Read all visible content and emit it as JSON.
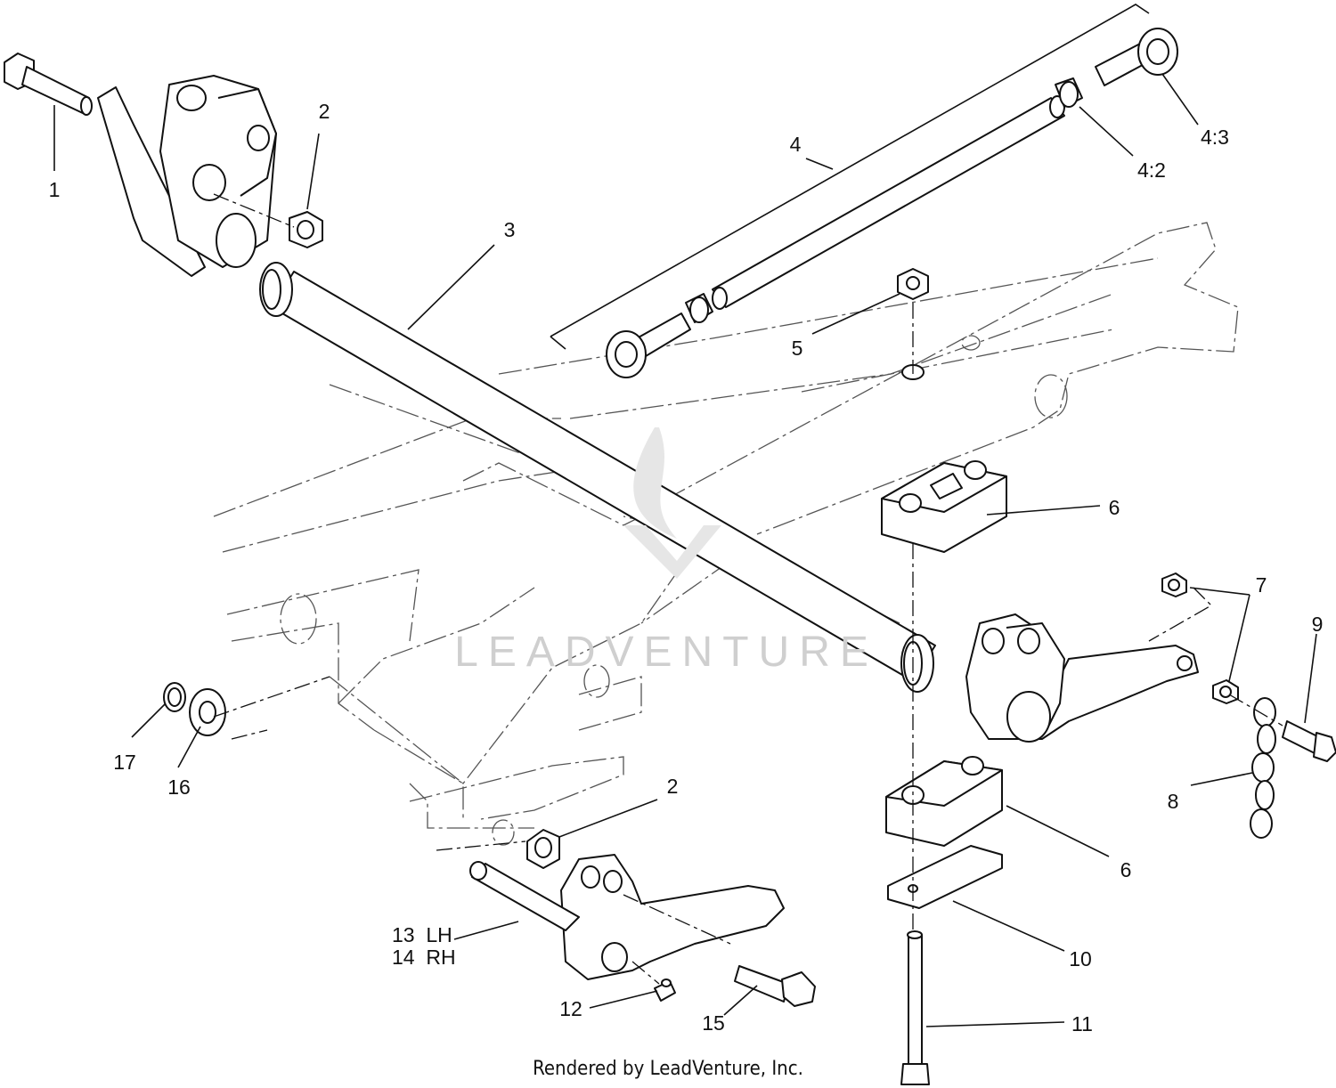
{
  "diagram": {
    "callouts": [
      {
        "id": "c1",
        "label": "1"
      },
      {
        "id": "c2a",
        "label": "2"
      },
      {
        "id": "c2b",
        "label": "2"
      },
      {
        "id": "c3",
        "label": "3"
      },
      {
        "id": "c4",
        "label": "4"
      },
      {
        "id": "c42",
        "label": "4:2"
      },
      {
        "id": "c43",
        "label": "4:3"
      },
      {
        "id": "c5",
        "label": "5"
      },
      {
        "id": "c6a",
        "label": "6"
      },
      {
        "id": "c6b",
        "label": "6"
      },
      {
        "id": "c7",
        "label": "7"
      },
      {
        "id": "c8",
        "label": "8"
      },
      {
        "id": "c9",
        "label": "9"
      },
      {
        "id": "c10",
        "label": "10"
      },
      {
        "id": "c11",
        "label": "11"
      },
      {
        "id": "c12",
        "label": "12"
      },
      {
        "id": "c13",
        "label": "13  LH"
      },
      {
        "id": "c14",
        "label": "14  RH"
      },
      {
        "id": "c15",
        "label": "15"
      },
      {
        "id": "c16",
        "label": "16"
      },
      {
        "id": "c17",
        "label": "17"
      }
    ],
    "watermark": "LEADVENTURE",
    "footer": "Rendered by LeadVenture, Inc."
  }
}
